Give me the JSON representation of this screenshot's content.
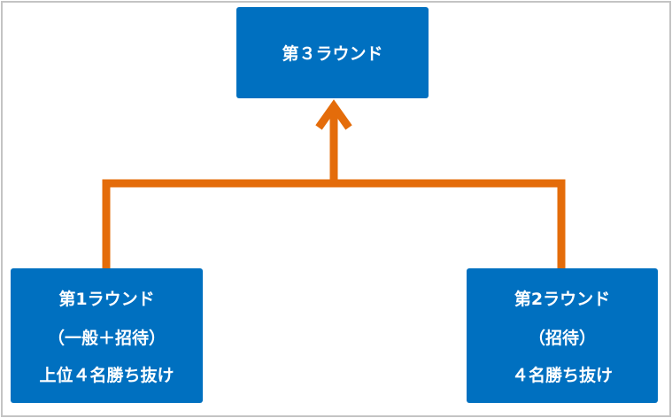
{
  "diagram": {
    "top_node": {
      "label": "第３ラウンド"
    },
    "left_node": {
      "lines": [
        "第1ラウンド",
        "（一般＋招待）",
        "上位４名勝ち抜け"
      ]
    },
    "right_node": {
      "lines": [
        "第2ラウンド",
        "（招待）",
        "４名勝ち抜け"
      ]
    },
    "colors": {
      "node_fill": "#0070c0",
      "node_text": "#ffffff",
      "connector": "#e46c0a",
      "border": "#c4c4c4"
    }
  }
}
